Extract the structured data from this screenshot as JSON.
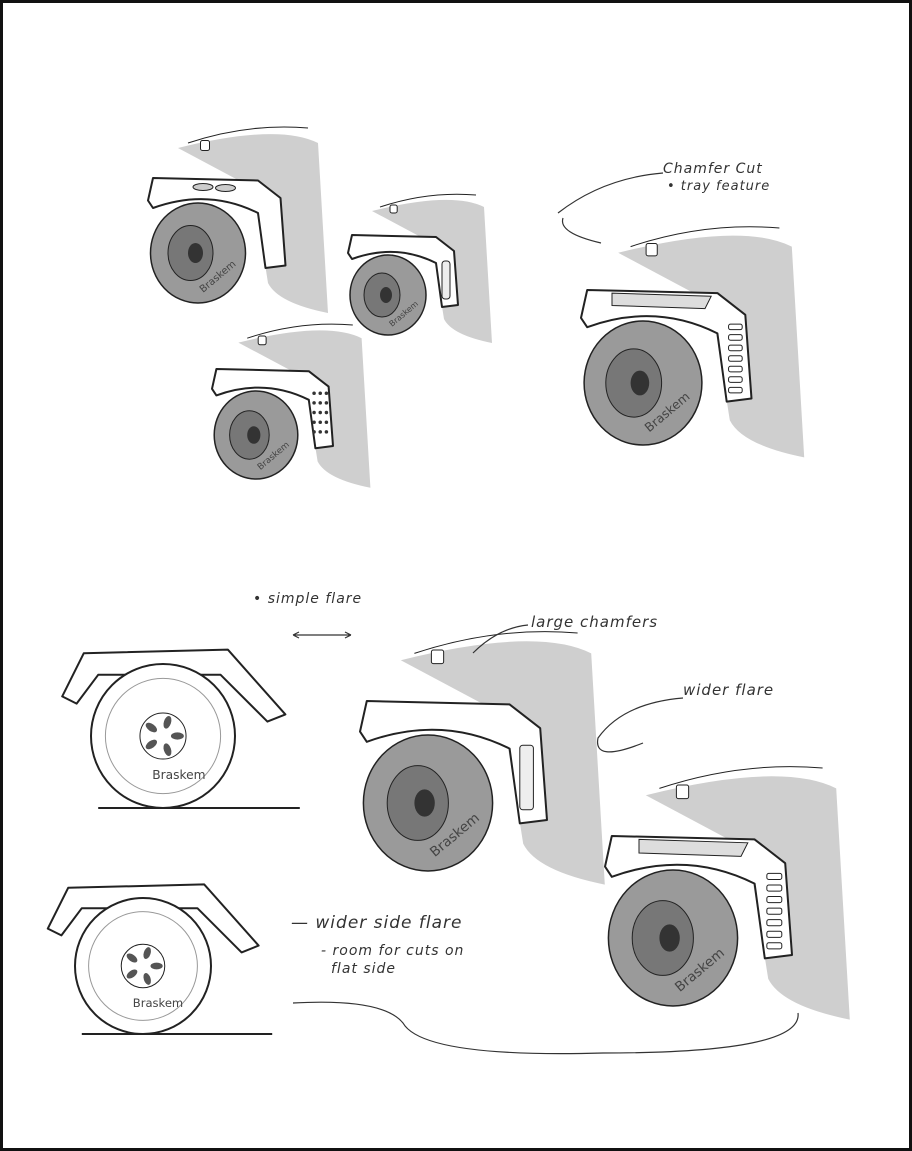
{
  "annotations": {
    "chamfer_cut": "Chamfer Cut",
    "tray_feature": "• tray feature",
    "simple_flare": "• simple flare",
    "large_chamfers": "large chamfers",
    "wider_flare": "wider flare",
    "wider_side_flare": "— wider side flare",
    "room_for_cuts": "- room for cuts on",
    "flat_side": "flat side"
  },
  "tire_brand": "Braskem",
  "colors": {
    "ink": "#222222",
    "shadow": "#cfcfcf",
    "tire": "#9a9a9a",
    "border": "#111111"
  }
}
